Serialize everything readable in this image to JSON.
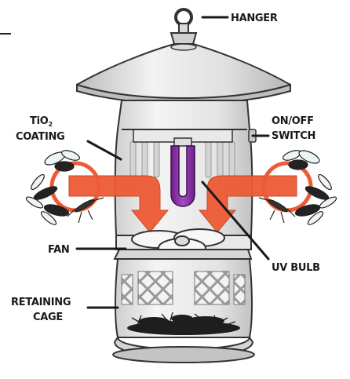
{
  "labels": {
    "hanger": "HANGER",
    "tio2_line1_main": "TiO",
    "tio2_line1_sub": "2",
    "tio2_line2": "COATING",
    "switch_line1": "ON/OFF",
    "switch_line2": "SWITCH",
    "fan": "FAN",
    "uv_bulb": "UV BULB",
    "cage_line1": "RETAINING",
    "cage_line2": "CAGE"
  },
  "colors": {
    "arrow": "#ee5a36",
    "bulb": "#8b2fa8",
    "outline": "#333333",
    "metal": "#e6e6e6",
    "metal_dark": "#c9c9c9"
  }
}
